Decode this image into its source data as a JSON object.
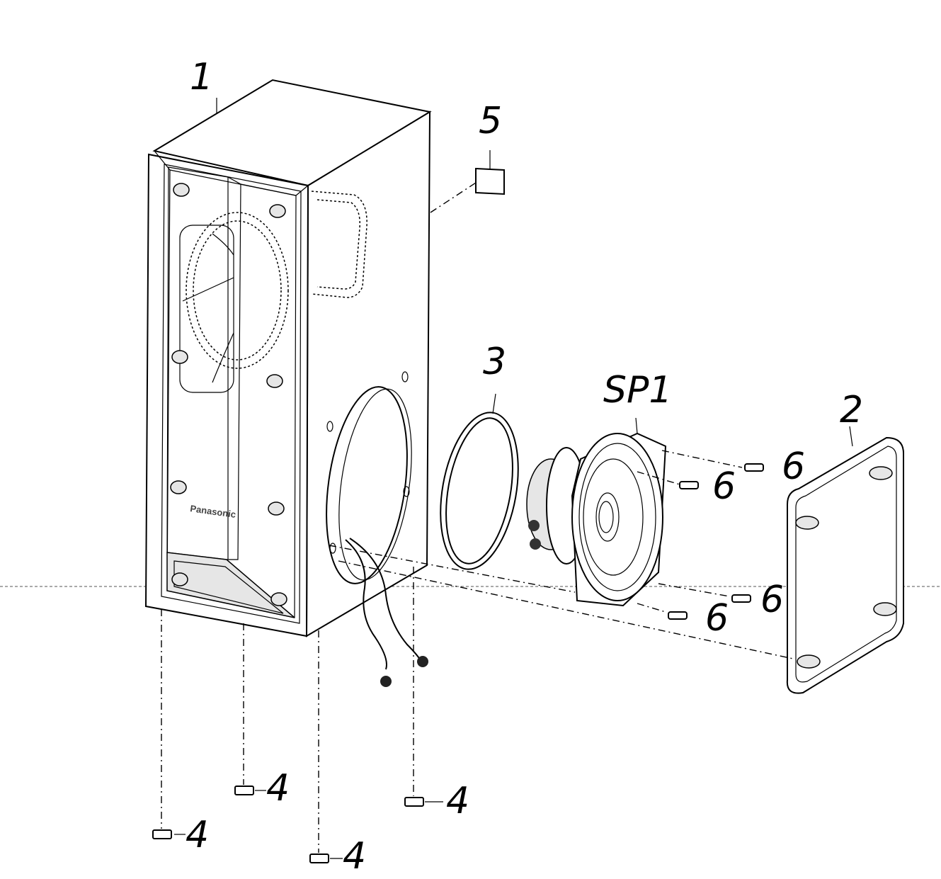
{
  "callouts": {
    "c1": "1",
    "c2": "2",
    "c3": "3",
    "c4a": "4",
    "c4b": "4",
    "c4c": "4",
    "c4d": "4",
    "c5": "5",
    "c6a": "6",
    "c6b": "6",
    "c6c": "6",
    "c6d": "6",
    "csp1": "SP1"
  },
  "logo_text": "Panasonic"
}
